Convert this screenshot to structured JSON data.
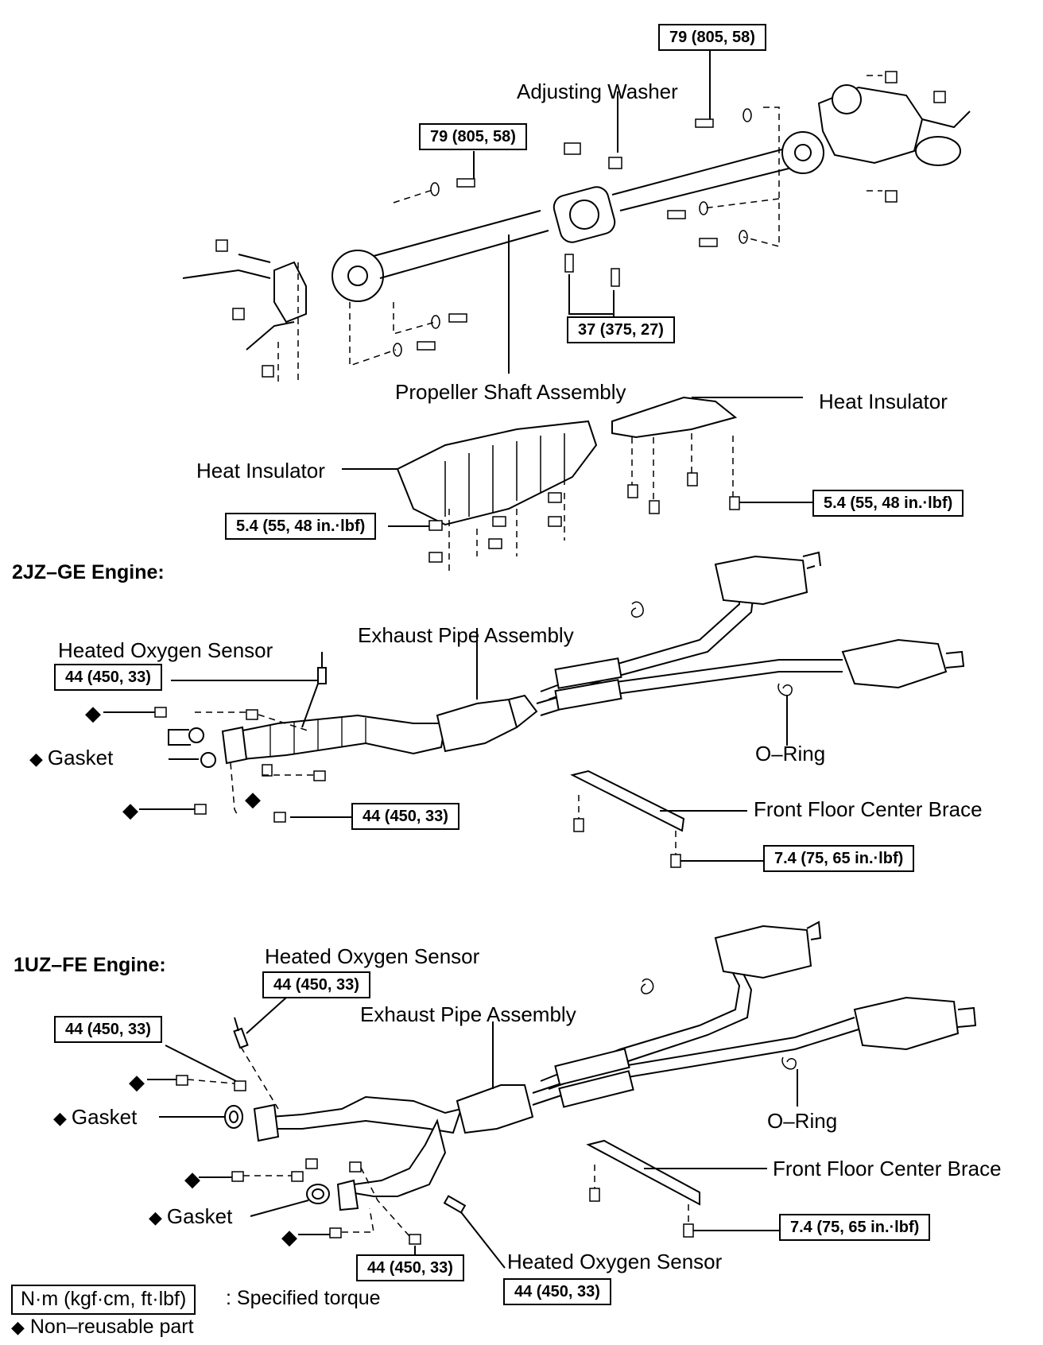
{
  "labels": {
    "adjusting_washer": "Adjusting Washer",
    "propeller_shaft": "Propeller Shaft Assembly",
    "heat_insulator": "Heat Insulator",
    "heated_oxygen_sensor": "Heated Oxygen Sensor",
    "exhaust_pipe": "Exhaust Pipe Assembly",
    "gasket": "Gasket",
    "o_ring": "O–Ring",
    "front_floor_brace": "Front Floor Center Brace"
  },
  "sections": {
    "engine_2jz": "2JZ–GE Engine:",
    "engine_1uz": "1UZ–FE Engine:"
  },
  "torques": {
    "t79": "79 (805, 58)",
    "t37": "37 (375, 27)",
    "t5_4": "5.4 (55, 48 in.·lbf)",
    "t44": "44 (450, 33)",
    "t7_4": "7.4 (75, 65 in.·lbf)"
  },
  "legend": {
    "unit": "N·m (kgf·cm, ft·lbf)",
    "unit_desc": ": Specified torque",
    "nonreusable": "Non–reusable part",
    "diamond": "◆"
  }
}
